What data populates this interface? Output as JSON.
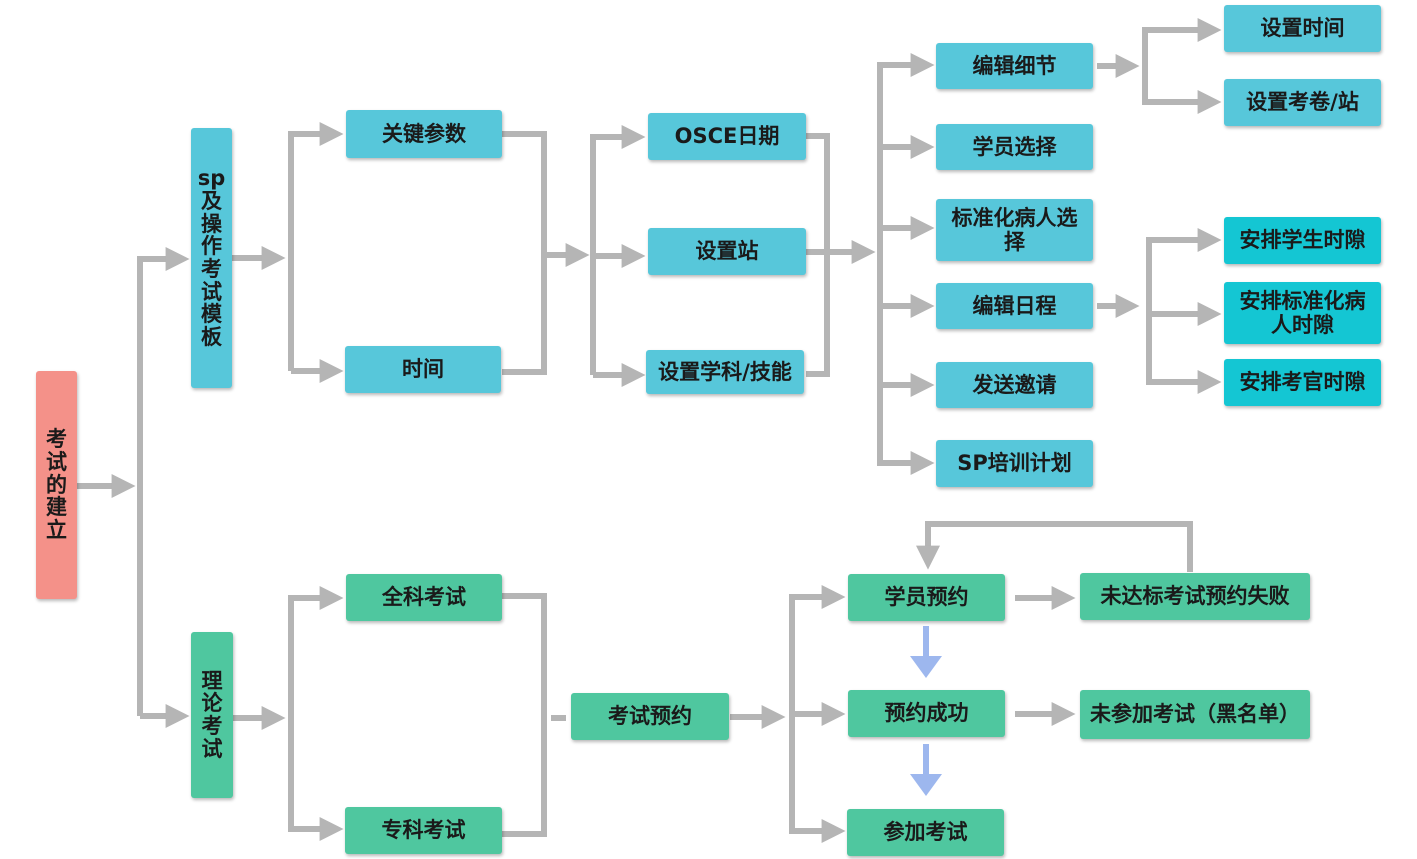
{
  "nodes": {
    "root": "考试的建立",
    "template": "sp及操作考试模板",
    "theory": "理论考试",
    "key_params": "关键参数",
    "time": "时间",
    "osce_date": "OSCE日期",
    "set_station": "设置站",
    "set_subject": "设置学科/技能",
    "edit_detail": "编辑细节",
    "student_select": "学员选择",
    "sp_select": "标准化病人选择",
    "edit_schedule": "编辑日程",
    "send_invite": "发送邀请",
    "sp_training": "SP培训计划",
    "set_time": "设置时间",
    "set_paper": "设置考卷/站",
    "student_slot": "安排学生时隙",
    "sp_slot": "安排标准化病人时隙",
    "examiner_slot": "安排考官时隙",
    "general_exam": "全科考试",
    "specialist_exam": "专科考试",
    "exam_booking": "考试预约",
    "student_booking": "学员预约",
    "booking_fail": "未达标考试预约失败",
    "booking_success": "预约成功",
    "blacklist": "未参加考试（黑名单）",
    "take_exam": "参加考试"
  },
  "colors": {
    "root": "#f49189",
    "template_branch": "#57c7da",
    "slot_nodes": "#14c6d3",
    "theory_branch": "#4fc79f",
    "connector": "#b5b5b5",
    "down_arrow": "#9db7ee"
  }
}
